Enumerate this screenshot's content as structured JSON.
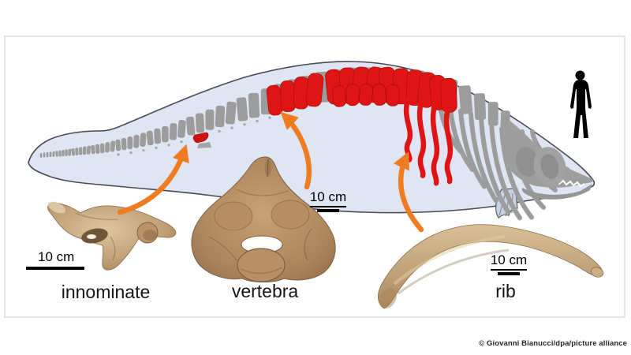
{
  "labels": {
    "innominate": "innominate",
    "vertebra": "vertebra",
    "rib": "rib"
  },
  "scalebars": {
    "innominate": "10 cm",
    "vertebra": "10 cm",
    "rib": "10 cm"
  },
  "credit": "© Giovanni Bianucci/dpa/picture alliance",
  "icons": {
    "human_scale": "human-silhouette",
    "arrow": "curved-orange-arrow"
  },
  "colors": {
    "body_fill": "#dfe5f2",
    "body_outline": "#4a4a54",
    "bone_gray": "#9c9c9c",
    "bone_red": "#df1414",
    "bone_red_dark": "#a80d0d",
    "arrow_orange": "#f07c22",
    "fossil_light": "#dfc69e",
    "fossil_mid": "#b4946b",
    "fossil_dark": "#8a6a4a",
    "scale_bar": "#000000",
    "panel_border": "#e4e4de",
    "human_black": "#000000"
  },
  "skeleton": {
    "red_vertebrae_upper": 14,
    "red_vertebrae_lower": 5,
    "red_ribs": 4,
    "gray_ribs": 10
  }
}
